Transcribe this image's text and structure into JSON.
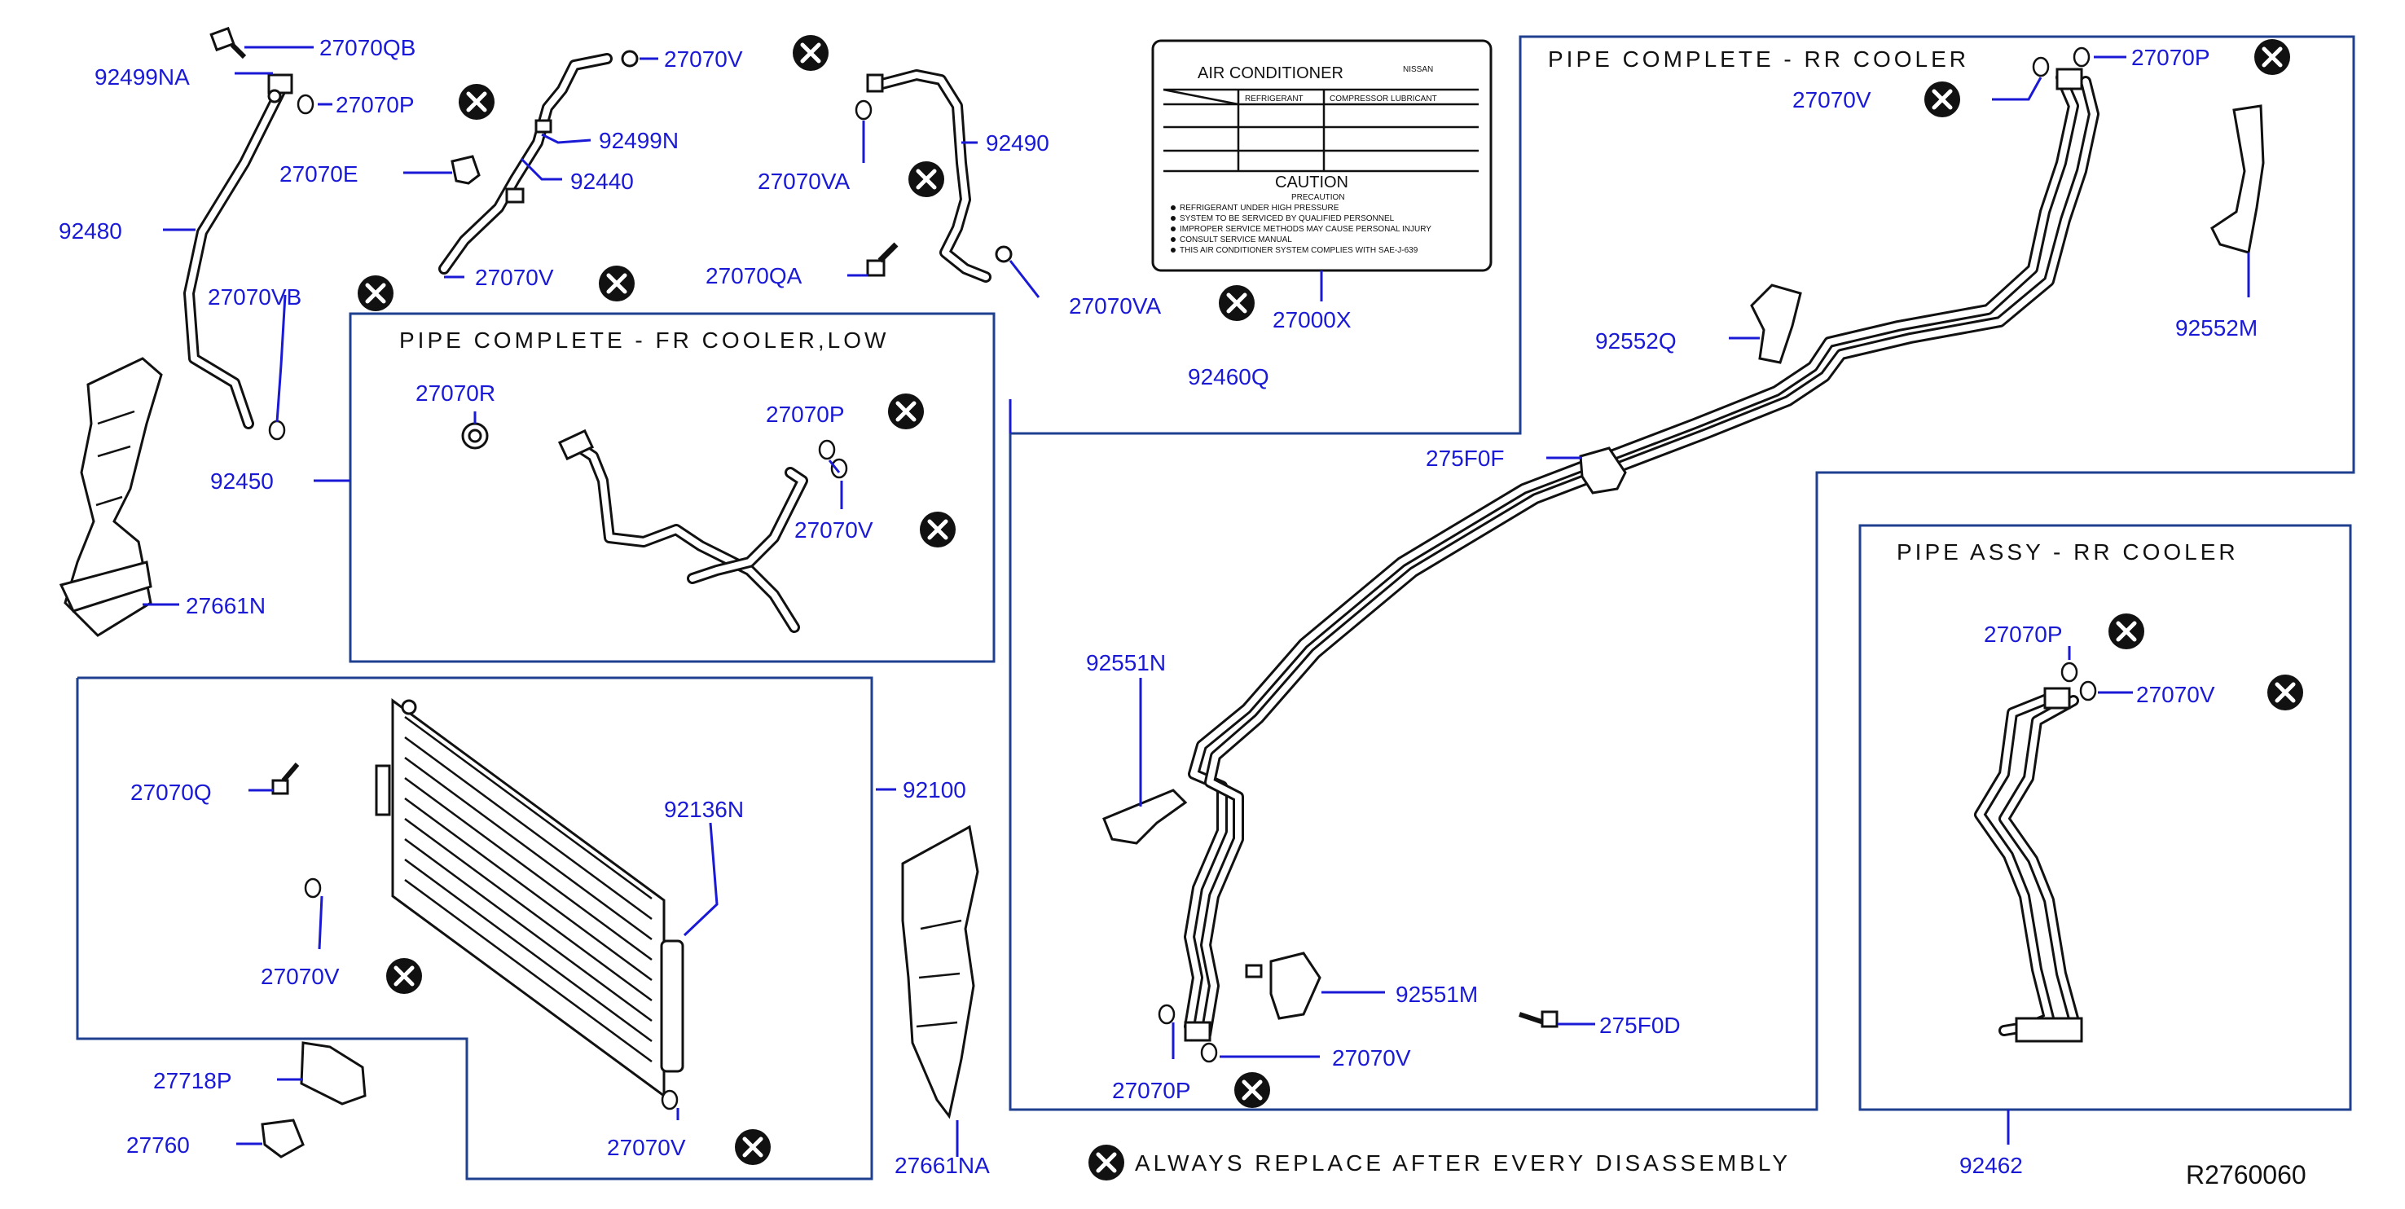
{
  "colors": {
    "label": "#1a1ad6",
    "frame": "#1f3f8f",
    "line": "#111111"
  },
  "icons": {
    "replace": "x-circle-icon"
  },
  "boxes": {
    "fr_cooler_low": "PIPE   COMPLETE   -   FR   COOLER,LOW",
    "rr_cooler": "PIPE   COMPLETE   -   RR   COOLER",
    "rr_cooler_assy": "PIPE   ASSY   -   RR   COOLER"
  },
  "label_card": {
    "title": "AIR   CONDITIONER",
    "brand": "NISSAN",
    "refrigerant": "REFRIGERANT",
    "compressor_lubricant": "COMPRESSOR   LUBRICANT",
    "caution": "CAUTION",
    "precaution": "PRECAUTION",
    "lines": [
      "REFRIGERANT   UNDER   HIGH   PRESSURE",
      "SYSTEM   TO   BE   SERVICED   BY   QUALIFIED   PERSONNEL",
      "IMPROPER   SERVICE   METHODS   MAY   CAUSE   PERSONAL   INJURY",
      "CONSULT   SERVICE   MANUAL",
      "THIS   AIR   CONDITIONER   SYSTEM   COMPLIES   WITH   SAE-J-639"
    ]
  },
  "parts": {
    "p27070QB": "27070QB",
    "p92499NA": "92499NA",
    "p27070P_a": "27070P",
    "p92480": "92480",
    "p27070VB": "27070VB",
    "p92450": "92450",
    "p27661N": "27661N",
    "p27070V_a": "27070V",
    "p92499N": "92499N",
    "p27070E": "27070E",
    "p92440": "92440",
    "p27070V_b": "27070V",
    "p92490": "92490",
    "p27070VA_a": "27070VA",
    "p27070QA": "27070QA",
    "p27070VA_b": "27070VA",
    "p27000X": "27000X",
    "p27070R": "27070R",
    "p27070P_b": "27070P",
    "p27070V_c": "27070V",
    "p27070Q": "27070Q",
    "p92136N": "92136N",
    "p92100": "92100",
    "p27070V_d": "27070V",
    "p27718P": "27718P",
    "p27760": "27760",
    "p27070V_e": "27070V",
    "p27661NA": "27661NA",
    "p92460Q": "92460Q",
    "p27070V_f": "27070V",
    "p27070P_c": "27070P",
    "p92552Q": "92552Q",
    "p92552M": "92552M",
    "p275F0F": "275F0F",
    "p92551N": "92551N",
    "p92551M": "92551M",
    "p275F0D": "275F0D",
    "p27070V_g": "27070V",
    "p27070P_d": "27070P",
    "p27070P_e": "27070P",
    "p27070V_h": "27070V",
    "p92462": "92462"
  },
  "legend": "ALWAYS   REPLACE   AFTER   EVERY   DISASSEMBLY",
  "ref_code": "R2760060"
}
